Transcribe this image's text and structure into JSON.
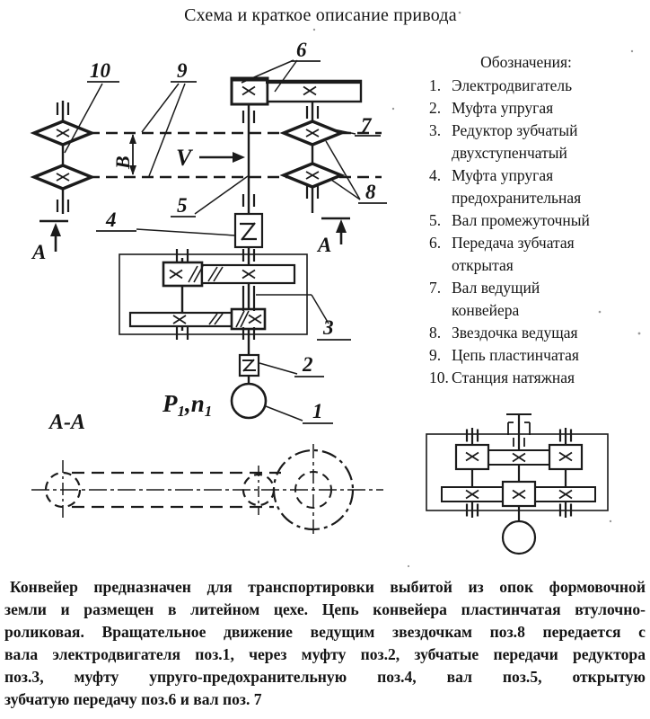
{
  "title": "Схема и краткое описание привода",
  "legend": {
    "heading": "Обозначения:",
    "items": [
      {
        "num": "1.",
        "text": "Электродвигатель"
      },
      {
        "num": "2.",
        "text": "Муфта упругая"
      },
      {
        "num": "3.",
        "text": "Редуктор зубчатый\nдвухступенчатый"
      },
      {
        "num": "4.",
        "text": "Муфта упругая\nпредохранительная"
      },
      {
        "num": "5.",
        "text": "Вал промежуточный"
      },
      {
        "num": "6.",
        "text": "Передача зубчатая\nоткрытая"
      },
      {
        "num": "7.",
        "text": "Вал ведущий\nконвейера"
      },
      {
        "num": "8.",
        "text": "Звездочка ведущая"
      },
      {
        "num": "9.",
        "text": "Цепь пластинчатая"
      },
      {
        "num": "10.",
        "text": "Станция натяжная"
      }
    ]
  },
  "diagram": {
    "labels": {
      "pos1": "1",
      "pos2": "2",
      "pos3": "3",
      "pos4": "4",
      "pos5": "5",
      "pos6": "6",
      "pos7": "7",
      "pos8": "8",
      "pos9": "9",
      "pos10": "10",
      "section_arrow_left": "А",
      "section_arrow_right": "А",
      "section_view": "А-А",
      "belt_width": "В",
      "velocity": "V",
      "power_symbol": "P",
      "power_sub": "1",
      "speed_symbol": ",n",
      "speed_sub": "1"
    }
  },
  "description": {
    "lines": [
      "Конвейер предназначен для транспортировки выбитой из опок формовочной",
      "земли и размещен в литейном цехе. Цепь конвейера пластинчатая втулочно-",
      "роликовая. Вращательное движение ведущим звездочкам поз.8 передается с",
      "вала электродвигателя поз.1, через муфту поз.2, зубчатые передачи редуктора",
      "поз.3, муфту упруго-предохранительную поз.4, вал поз.5, открытую",
      "зубчатую передачу поз.6 и вал поз. 7"
    ]
  }
}
